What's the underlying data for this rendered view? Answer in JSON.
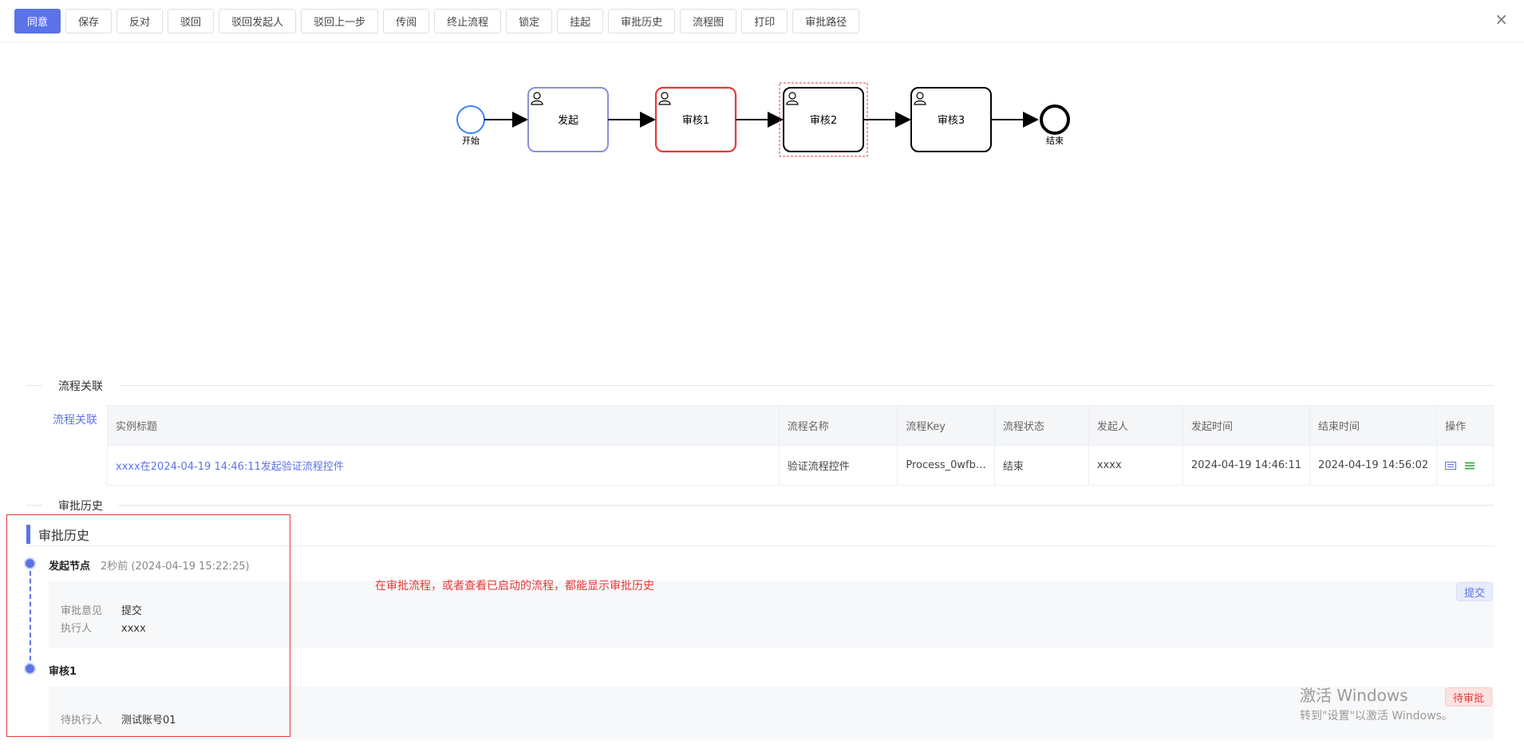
{
  "toolbar": {
    "buttons": [
      {
        "label": "同意"
      },
      {
        "label": "保存"
      },
      {
        "label": "反对"
      },
      {
        "label": "驳回"
      },
      {
        "label": "驳回发起人"
      },
      {
        "label": "驳回上一步"
      },
      {
        "label": "传阅"
      },
      {
        "label": "终止流程"
      },
      {
        "label": "锁定"
      },
      {
        "label": "挂起"
      },
      {
        "label": "审批历史"
      },
      {
        "label": "流程图"
      },
      {
        "label": "打印"
      },
      {
        "label": "审批路径"
      }
    ],
    "close": "×"
  },
  "diagram": {
    "start": "开始",
    "tasks": [
      "发起",
      "审核1",
      "审核2",
      "审核3"
    ],
    "end": "结束"
  },
  "relation": {
    "section_title": "流程关联",
    "label": "流程关联",
    "columns": [
      "实例标题",
      "流程名称",
      "流程Key",
      "流程状态",
      "发起人",
      "发起时间",
      "结束时间",
      "操作"
    ],
    "rows": [
      {
        "title": "xxxx在2024-04-19 14:46:11发起验证流程控件",
        "name": "验证流程控件",
        "key": "Process_0wfb…",
        "status": "结束",
        "initiator": "xxxx",
        "start_time": "2024-04-19 14:46:11",
        "end_time": "2024-04-19 14:56:02"
      }
    ]
  },
  "history": {
    "section_title": "审批历史",
    "heading": "审批历史",
    "nodes": [
      {
        "title": "发起节点",
        "meta": "2秒前  (2024-04-19 15:22:25)",
        "tag": "提交",
        "fields": [
          {
            "k": "审批意见",
            "v": "提交"
          },
          {
            "k": "执行人",
            "v": "xxxx"
          }
        ]
      },
      {
        "title": "审核1",
        "tag": "待审批",
        "fields": [
          {
            "k": "待执行人",
            "v": "测试账号01"
          }
        ]
      }
    ]
  },
  "annotation": "在审批流程，或者查看已启动的流程，都能显示审批历史",
  "watermark": {
    "line1": "激活 Windows",
    "line2": "转到\"设置\"以激活 Windows。"
  }
}
